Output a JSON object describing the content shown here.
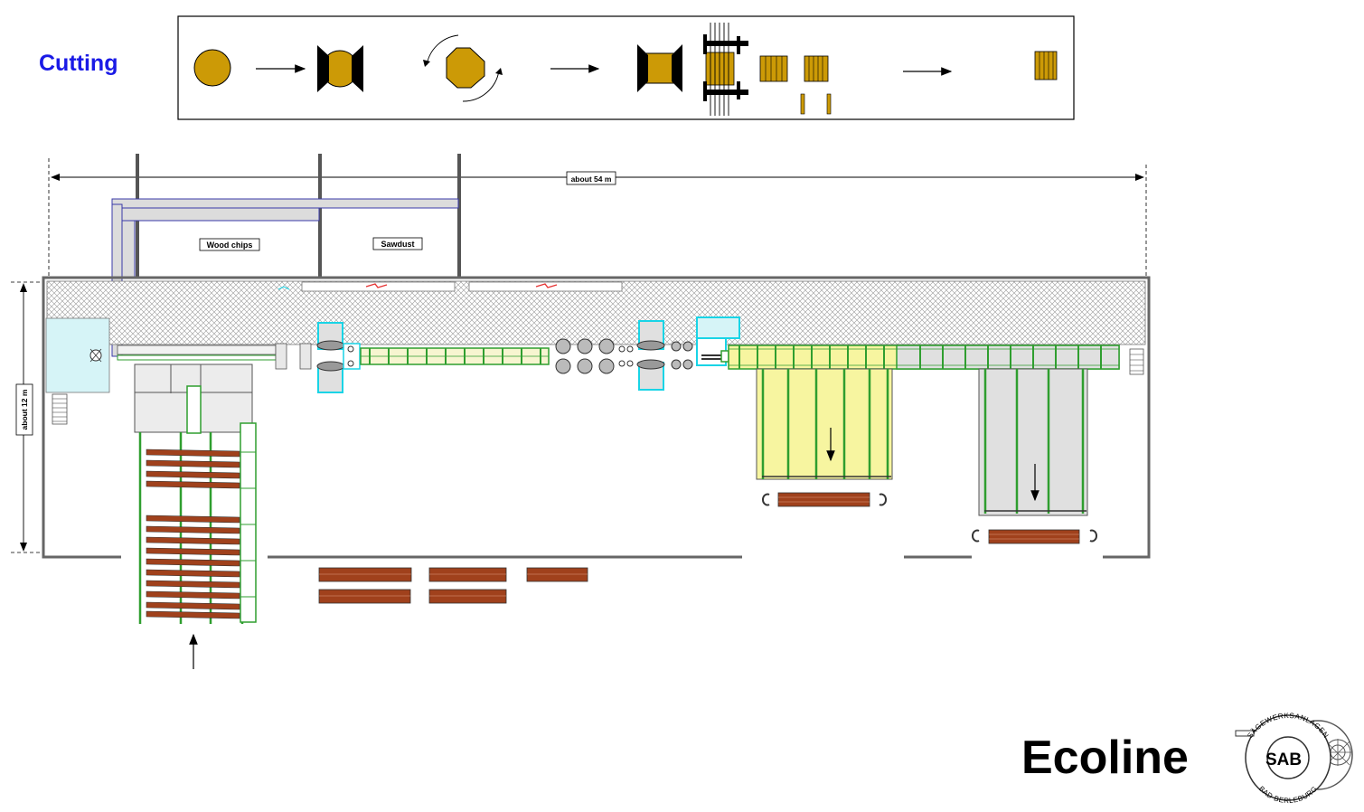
{
  "heading": "Cutting",
  "brand": "Ecoline",
  "dimensions": {
    "length": "about 54  m",
    "width": "about 12  m"
  },
  "labels": {
    "wood_chips": "Wood chips",
    "sawdust": "Sawdust"
  },
  "logo": {
    "abbr": "SAB",
    "ring_top": "SÄGEWERKSANLAGEN",
    "ring_bottom": "BAD BERLEBURG"
  },
  "colors": {
    "wood": "#cc9a06",
    "board": "#a0411c",
    "conveyor": "#2f9e2f",
    "cyan": "#19d4e6",
    "pale_yellow": "#f7f5a0",
    "pale_cyan": "#d6f4f7",
    "pipe_blue": "#3a3aa8",
    "grey": "#d9d9d9"
  }
}
